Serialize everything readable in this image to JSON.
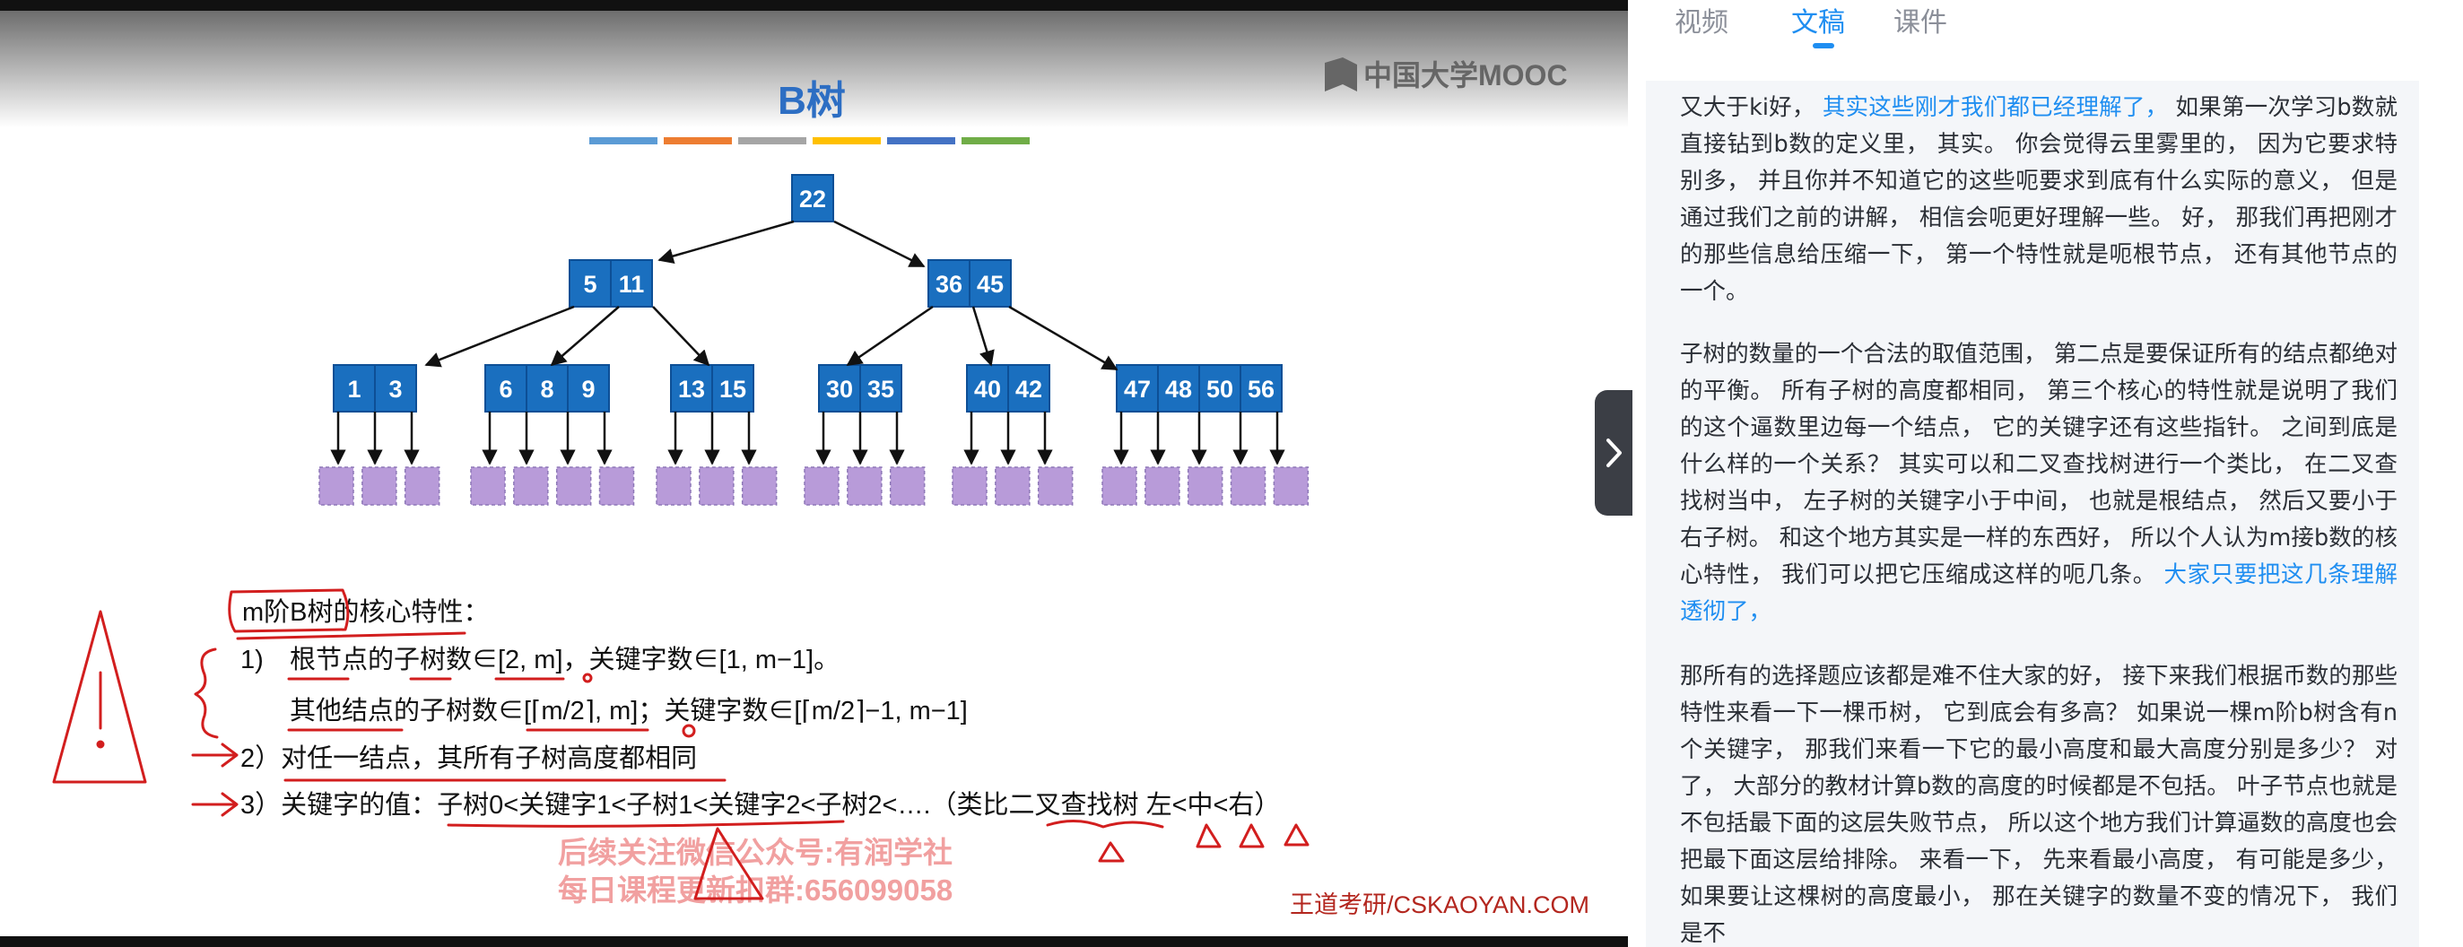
{
  "slide": {
    "title": "B树",
    "logo": "中国大学MOOC",
    "tree": {
      "root": [
        "22"
      ],
      "level2": [
        [
          "5",
          "11"
        ],
        [
          "36",
          "45"
        ]
      ],
      "level3": [
        [
          "1",
          "3"
        ],
        [
          "6",
          "8",
          "9"
        ],
        [
          "13",
          "15"
        ],
        [
          "30",
          "35"
        ],
        [
          "40",
          "42"
        ],
        [
          "47",
          "48",
          "50",
          "56"
        ]
      ]
    },
    "heading": "m阶B树的核心特性：",
    "p1_num": "1)",
    "p1_line1": "根节点的子树数∈[2, m]，关键字数∈[1, m−1]。",
    "p1_line2": "其他结点的子树数∈[⌈m/2⌉, m]；关键字数∈[⌈m/2⌉−1, m−1]",
    "p2": "2）对任一结点，其所有子树高度都相同",
    "p3": "3）关键字的值：子树0<关键字1<子树1<关键字2<子树2<….（类比二叉查找树 左<中<右）",
    "watermark1": "后续关注微信公众号:有润学社",
    "watermark2": "每日课程更新扣群:656099058",
    "credit": "王道考研/CSKAOYAN.COM",
    "colors": {
      "node": "#1a6fbf",
      "node_border": "#0d4f96",
      "leaf": "#b89bd9",
      "annotation": "#d21e1e",
      "watermark": "#f1a0a0"
    }
  },
  "panel": {
    "tabs": [
      "视频",
      "文稿",
      "课件"
    ],
    "active_tab": "文稿",
    "para1": [
      {
        "text": "又大于ki好， "
      },
      {
        "text": "其实这些刚才我们都已经理解了，",
        "hl": true
      },
      {
        "text": " 如果第一次学习b数就直接钻到b数的定义里， 其实。 你会觉得云里雾里的， 因为它要求特别多， 并且你并不知道它的这些呃要求到底有什么实际的意义， 但是通过我们之前的讲解， 相信会呃更好理解一些。 好， 那我们再把刚才的那些信息给压缩一下， 第一个特性就是呃根节点， 还有其他节点的一个。"
      }
    ],
    "para2": [
      {
        "text": "子树的数量的一个合法的取值范围， 第二点是要保证所有的结点都绝对的平衡。 所有子树的高度都相同， 第三个核心的特性就是说明了我们的这个逼数里边每一个结点， 它的关键字还有这些指针。 之间到底是什么样的一个关系？ 其实可以和二叉查找树进行一个类比， 在二叉查找树当中， 左子树的关键字小于中间， 也就是根结点， 然后又要小于右子树。 和这个地方其实是一样的东西好， 所以个人认为m接b数的核心特性， 我们可以把它压缩成这样的呃几条。 "
      },
      {
        "text": "大家只要把这几条理解透彻了，",
        "hl": true
      }
    ],
    "para3": [
      {
        "text": "那所有的选择题应该都是难不住大家的好， 接下来我们根据币数的那些特性来看一下一棵币树， 它到底会有多高？ 如果说一棵m阶b树含有n个关键字， 那我们来看一下它的最小高度和最大高度分别是多少？ 对了， 大部分的教材计算b数的高度的时候都是不包括。 叶子节点也就是不包括最下面的这层失败节点， 所以这个地方我们计算逼数的高度也会把最下面这层给排除。 来看一下， 先来看最小高度， 有可能是多少， 如果要让这棵树的高度最小， 那在关键字的数量不变的情况下， 我们是不"
      }
    ]
  }
}
